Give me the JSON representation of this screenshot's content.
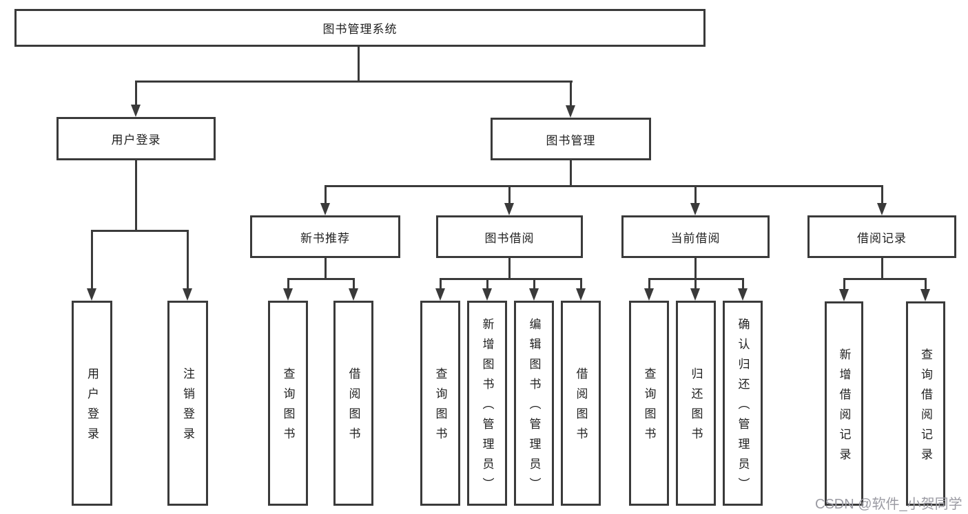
{
  "tree": {
    "label": "图书管理系统",
    "children": [
      {
        "label": "用户登录",
        "children": [
          {
            "label": "用户登录"
          },
          {
            "label": "注销登录"
          }
        ]
      },
      {
        "label": "图书管理",
        "children": [
          {
            "label": "新书推荐",
            "children": [
              {
                "label": "查询图书"
              },
              {
                "label": "借阅图书"
              }
            ]
          },
          {
            "label": "图书借阅",
            "children": [
              {
                "label": "查询图书"
              },
              {
                "label": "新增图书（管理员）"
              },
              {
                "label": "编辑图书（管理员）"
              },
              {
                "label": "借阅图书"
              }
            ]
          },
          {
            "label": "当前借阅",
            "children": [
              {
                "label": "查询图书"
              },
              {
                "label": "归还图书"
              },
              {
                "label": "确认归还（管理员）"
              }
            ]
          },
          {
            "label": "借阅记录",
            "children": [
              {
                "label": "新增借阅记录"
              },
              {
                "label": "查询借阅记录"
              }
            ]
          }
        ]
      }
    ]
  },
  "watermark": {
    "text": "CSDN @软件_小贺同学"
  },
  "colors": {
    "line": "#3a3a3a",
    "box_background": "#ffffff",
    "text": "#1f1f1f",
    "watermark": "#9b9ba3"
  }
}
